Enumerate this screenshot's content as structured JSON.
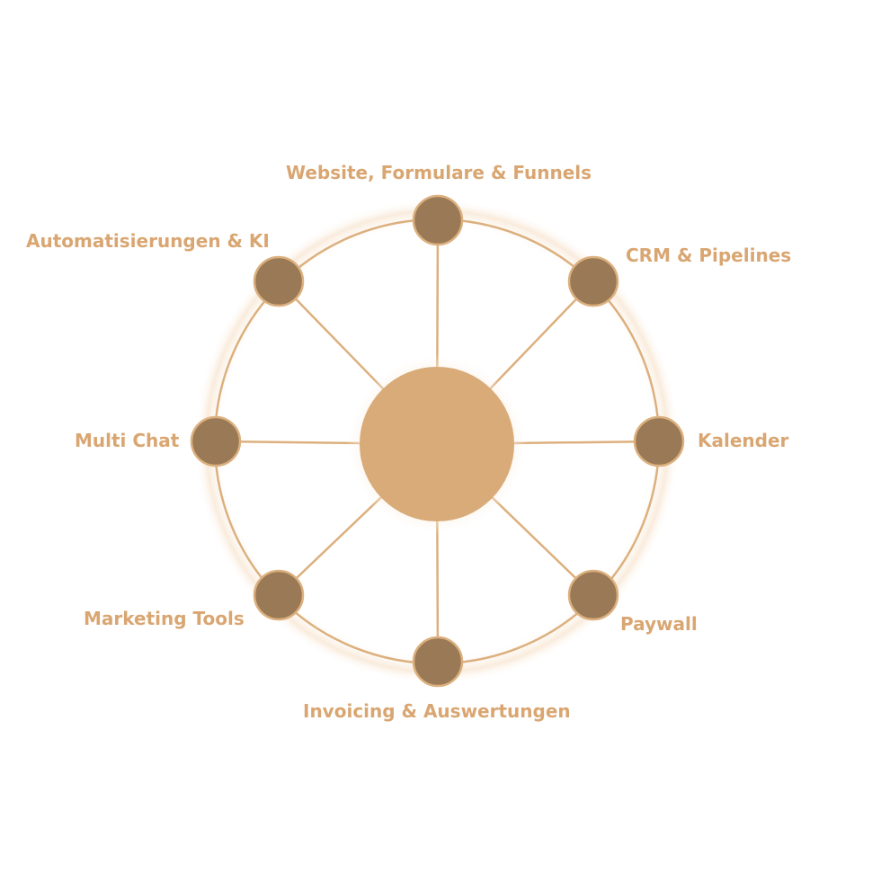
{
  "colors": {
    "line": "#dcb07e",
    "hub": "#d8ab78",
    "node_fill": "#9a7a56",
    "node_stroke": "#dcb07e",
    "label": "#d9a672",
    "glow": "#f5dcc0"
  },
  "nodes": [
    {
      "id": "website",
      "label": "Website, Formulare & Funnels"
    },
    {
      "id": "crm",
      "label": "CRM & Pipelines"
    },
    {
      "id": "kalender",
      "label": "Kalender"
    },
    {
      "id": "paywall",
      "label": "Paywall"
    },
    {
      "id": "invoicing",
      "label": "Invoicing & Auswertungen"
    },
    {
      "id": "marketing",
      "label": "Marketing Tools"
    },
    {
      "id": "multichat",
      "label": "Multi Chat"
    },
    {
      "id": "automation",
      "label": "Automatisierungen & KI"
    }
  ]
}
